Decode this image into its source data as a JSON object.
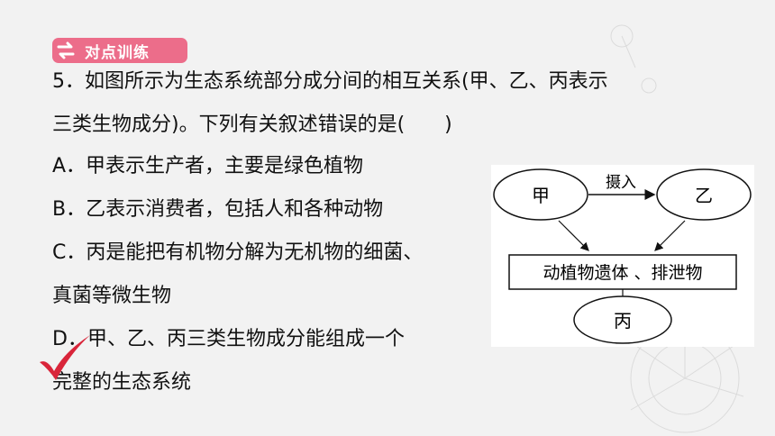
{
  "badge": {
    "label": "对点训练"
  },
  "question": {
    "line1": "5．如图所示为生态系统部分成分间的相互关系(甲、乙、丙表示",
    "line2": "三类生物成分)。下列有关叙述错误的是(　　)",
    "option_a": "A．甲表示生产者，主要是绿色植物",
    "option_b": "B．乙表示消费者，包括人和各种动物",
    "option_c1": "C．丙是能把有机物分解为无机物的细菌、",
    "option_c2": "真菌等微生物",
    "option_d1": "D．甲、乙、丙三类生物成分能组成一个",
    "option_d2": "完整的生态系统"
  },
  "diagram": {
    "node_jia": "甲",
    "node_yi": "乙",
    "node_bing": "丙",
    "edge_label": "摄入",
    "box_label": "动植物遗体 、排泄物"
  },
  "colors": {
    "badge": "#ec6d8a",
    "check": "#d9253a"
  }
}
